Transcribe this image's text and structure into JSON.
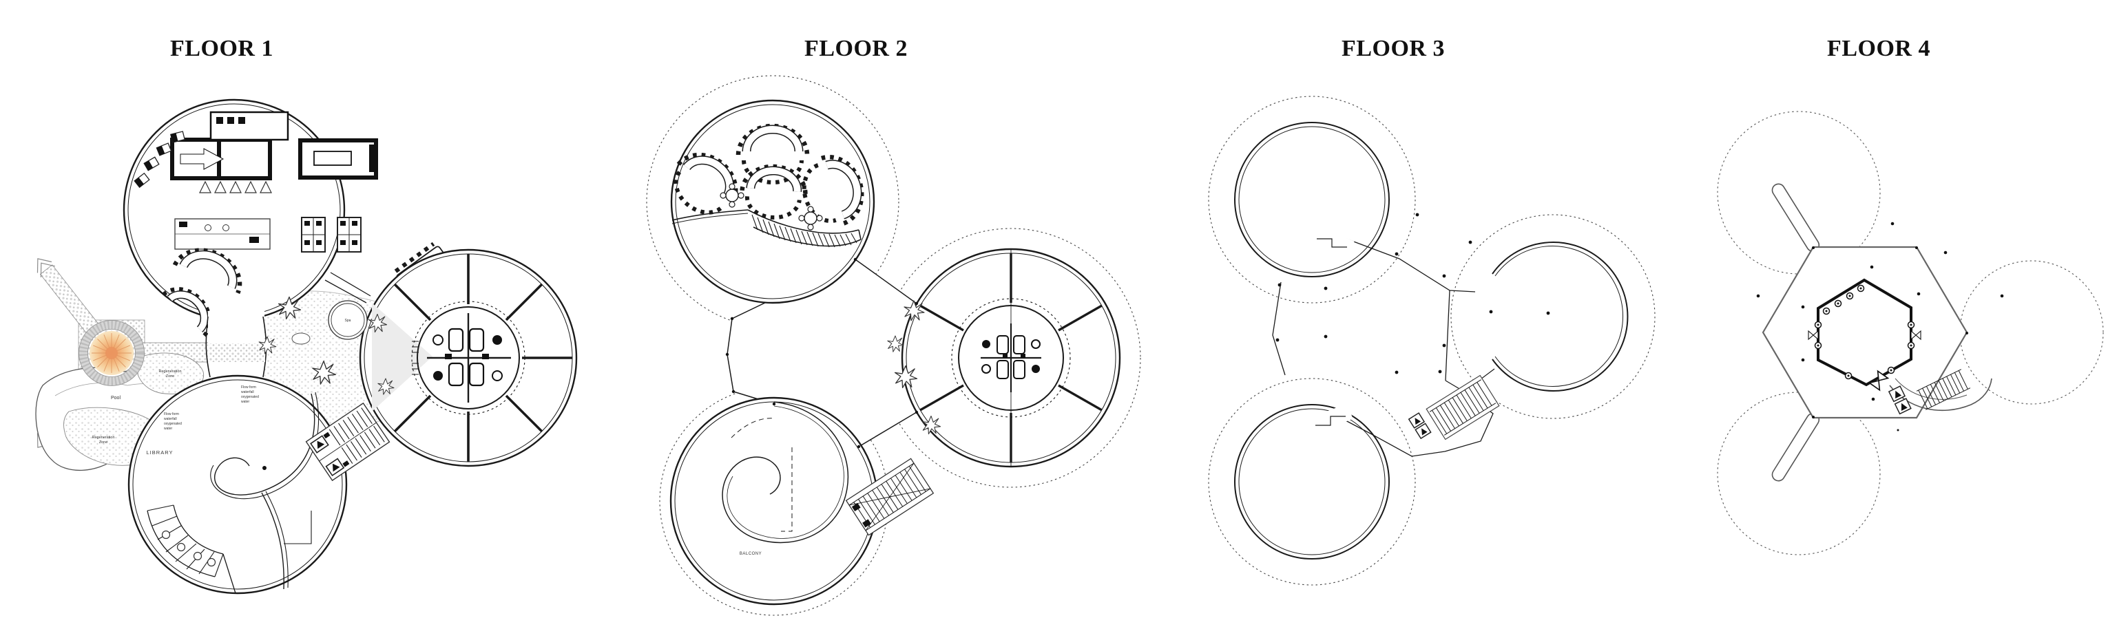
{
  "page": {
    "background": "#ffffff",
    "drawing_type": "architectural floor plans"
  },
  "floors": [
    {
      "title": "FLOOR 1",
      "labels": {
        "regen_line1": "Regeneration",
        "regen_line2": "Zone",
        "pool": "Pool",
        "spa": "Spa",
        "library": "LIBRARY",
        "flow_line1": "Flow form",
        "flow_line2": "waterfall",
        "flow_line3": "oxygenated",
        "flow_line4": "water"
      }
    },
    {
      "title": "FLOOR 2",
      "labels": {
        "balcony": "BALCONY"
      }
    },
    {
      "title": "FLOOR 3",
      "labels": {}
    },
    {
      "title": "FLOOR 4",
      "labels": {}
    }
  ],
  "colors": {
    "ink": "#1a1a1a",
    "line_gray": "#555555",
    "stipple_gray": "#c9c9c9",
    "shade_gray": "#ececec",
    "sun_core": "#ed9660",
    "sun_mid": "#f2ae74",
    "sun_outer": "#f9e6c4"
  }
}
